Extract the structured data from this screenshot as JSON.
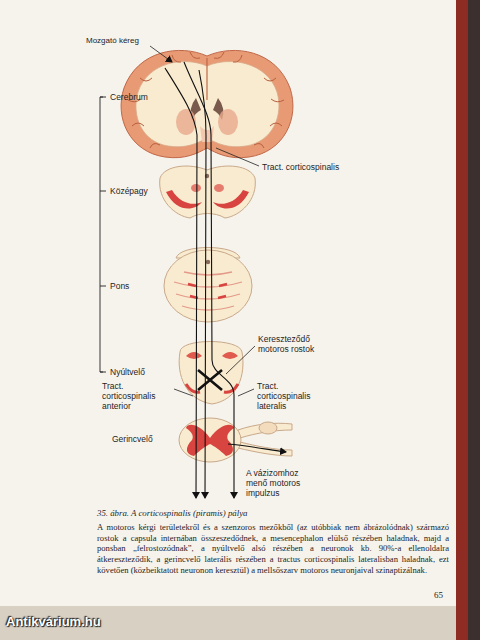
{
  "diagram": {
    "caption": "35. ábra. A corticospinalis (piramis) pálya",
    "labels": [
      "Mozgató kéreg",
      "Cerebrum",
      "Tract. corticospinalis",
      "Középagy",
      "Pons",
      "Kereszteződő motoros rostok",
      "Nyúltvelő",
      "Tract. corticospinalis anterior",
      "Tract. corticospinalis lateralis",
      "Gerincvelő",
      "A vázizomhoz menő motoros impulzus",
      "A motoros kérgi területekről és a szenzoros mezőkből (az utóbbiak nem ábrázolódnak) származó rostok a capsula internában összeszedődnek, a mesencephalon elülső részében haladnak, majd a ponsban „felrostozódnak”, a nyúltvelő alsó részében a neuronok kb. 90%-a ellenoldalra átkereszteződik, a gerincvelő laterális részében a tractus corticospinalis lateralisban haladnak, ezt követően (közbeiktatott neuronon keresztül) a mellsőszarv motoros neuronjaival szinaptizálnak.",
      "65",
      "Antikvárium.hu"
    ]
  }
}
